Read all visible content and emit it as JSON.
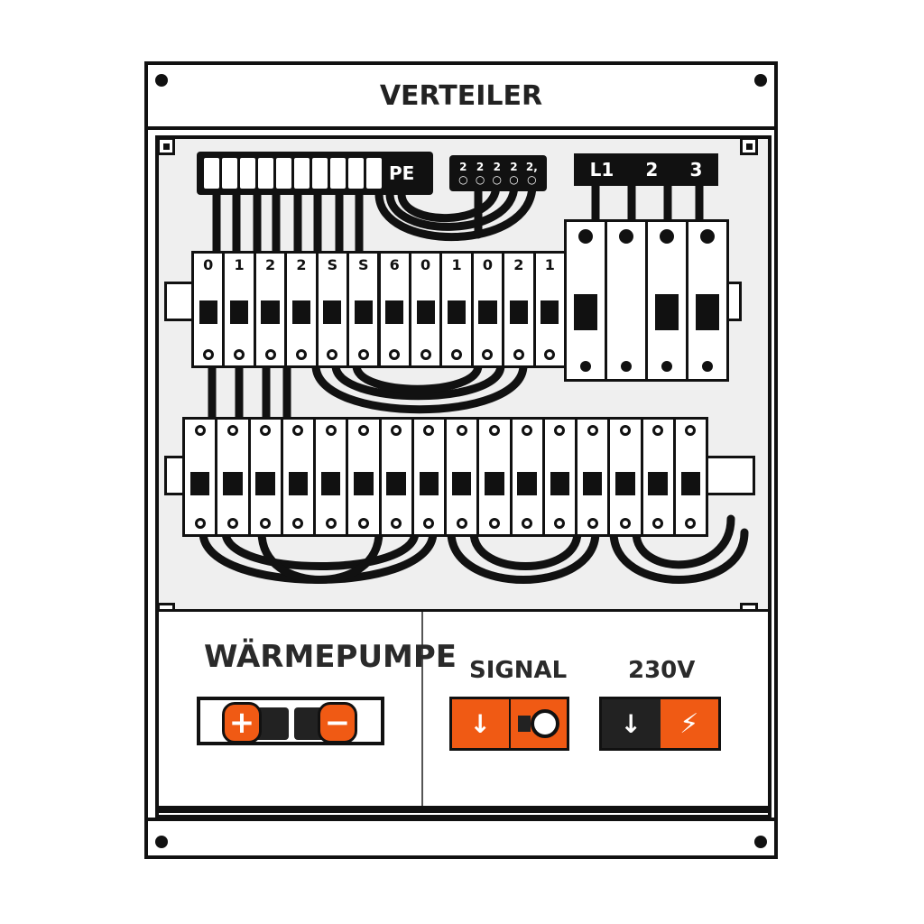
{
  "header": {
    "title": "VERTEILER"
  },
  "terminal_block": {
    "label": "PE",
    "count": 10
  },
  "n_block": {
    "labels": [
      "2",
      "2",
      "2",
      "2",
      "2,"
    ]
  },
  "phase_block": {
    "labels": [
      "L1",
      "2",
      "3"
    ]
  },
  "row1": {
    "labels": [
      "0",
      "1",
      "2",
      "2",
      "S",
      "S",
      "6",
      "0",
      "1",
      "0",
      "2",
      "1"
    ],
    "rcd_poles": 4
  },
  "row2": {
    "count": 16
  },
  "bottom": {
    "heatpump": {
      "title": "WÄRMEPUMPE",
      "plus_icon": "plus-icon",
      "minus_icon": "minus-icon"
    },
    "signal": {
      "title": "SIGNAL",
      "icons": [
        "arrow-down-icon",
        "clock-icon"
      ]
    },
    "power": {
      "title": "230V",
      "icons": [
        "arrow-down-icon",
        "lightning-icon"
      ]
    }
  },
  "colors": {
    "accent": "#f05a14",
    "line": "#111111",
    "background": "#efefef"
  }
}
